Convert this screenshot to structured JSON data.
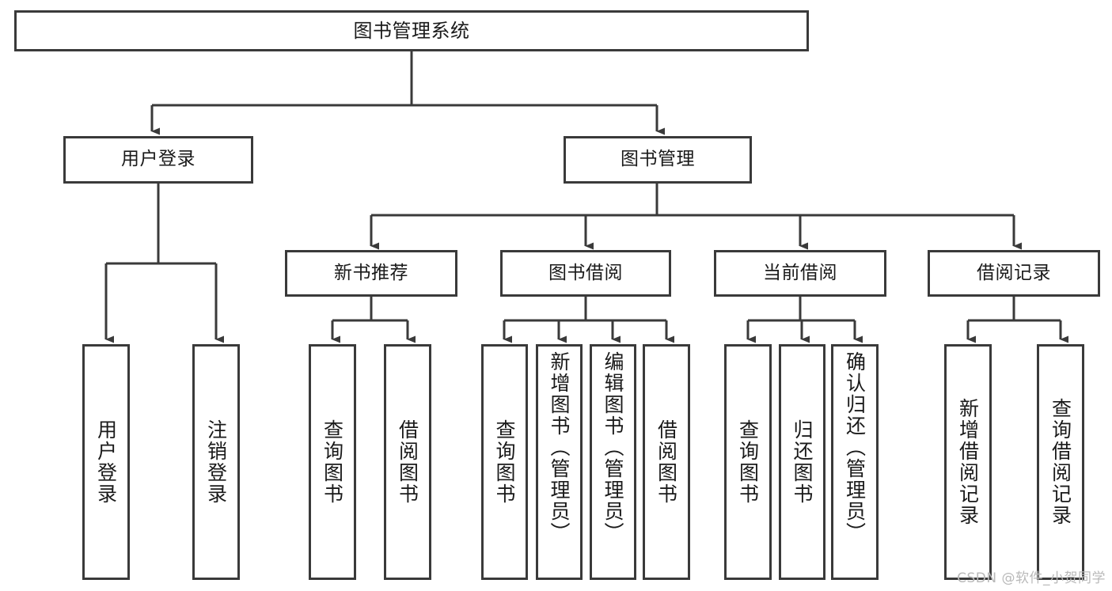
{
  "diagram": {
    "title": "图书管理系统",
    "watermark": "CSDN @软件_小贺同学",
    "colors": {
      "border": "#3a3a3a",
      "background": "#ffffff",
      "text": "#1a1a1a",
      "edge": "#3a3a3a",
      "watermark": "#b9b9b9"
    },
    "root": {
      "label": "图书管理系统"
    },
    "level1": [
      {
        "label": "用户登录"
      },
      {
        "label": "图书管理"
      }
    ],
    "level2": [
      {
        "label": "新书推荐"
      },
      {
        "label": "图书借阅"
      },
      {
        "label": "当前借阅"
      },
      {
        "label": "借阅记录"
      }
    ],
    "leaves": {
      "user_login": [
        {
          "label": "用户登录"
        },
        {
          "label": "注销登录"
        }
      ],
      "new_book_recommend": [
        {
          "label": "查询图书"
        },
        {
          "label": "借阅图书"
        }
      ],
      "book_borrow": [
        {
          "label": "查询图书"
        },
        {
          "label": "新增图书（管理员）"
        },
        {
          "label": "编辑图书（管理员）"
        },
        {
          "label": "借阅图书"
        }
      ],
      "current_borrow": [
        {
          "label": "查询图书"
        },
        {
          "label": "归还图书"
        },
        {
          "label": "确认归还（管理员）"
        }
      ],
      "borrow_record": [
        {
          "label": "新增借阅记录"
        },
        {
          "label": "查询借阅记录"
        }
      ]
    }
  }
}
